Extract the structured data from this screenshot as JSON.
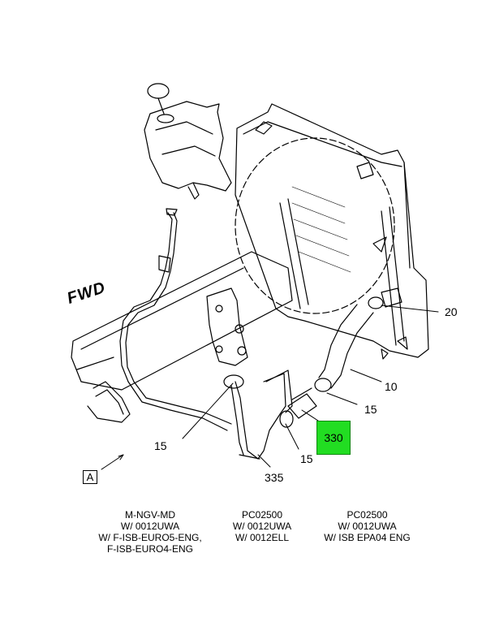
{
  "diagram": {
    "callouts": {
      "c20": "20",
      "c10": "10",
      "c15_right": "15",
      "c330": "330",
      "c15_left": "15",
      "c15_center": "15",
      "c335": "335"
    },
    "fwd_label": "FWD",
    "view_label": "A",
    "highlight_color": "#22dd22"
  },
  "notes": [
    {
      "lines": [
        "M-NGV-MD",
        "W/ 0012UWA",
        "W/ F-ISB-EURO5-ENG,",
        "F-ISB-EURO4-ENG"
      ]
    },
    {
      "lines": [
        "PC02500",
        "W/ 0012UWA",
        "W/ 0012ELL"
      ]
    },
    {
      "lines": [
        "PC02500",
        "W/ 0012UWA",
        "W/ ISB EPA04 ENG"
      ]
    }
  ]
}
